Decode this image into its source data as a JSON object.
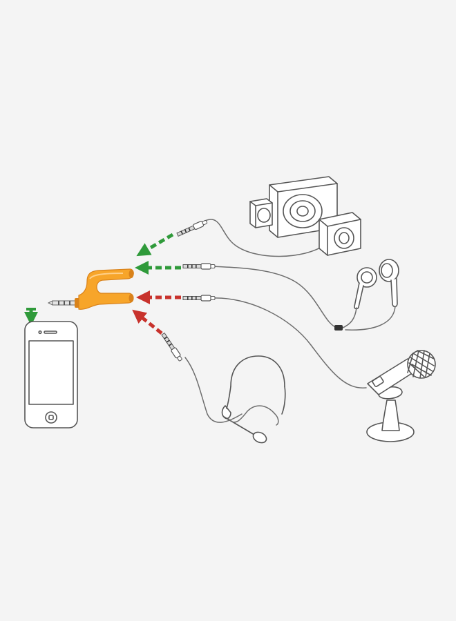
{
  "colors": {
    "background": "#f4f4f4",
    "adapter": "#f7a52a",
    "adapter_shade": "#d9821a",
    "arrow_green": "#2f9a3a",
    "arrow_red": "#c8322c",
    "line": "#555555"
  },
  "components": [
    {
      "name": "smartphone",
      "icon": "phone-icon"
    },
    {
      "name": "y-splitter-adapter",
      "icon": "audio-splitter-icon"
    },
    {
      "name": "speakers",
      "icon": "speaker-set-icon"
    },
    {
      "name": "earphones",
      "icon": "earphones-icon"
    },
    {
      "name": "microphone",
      "icon": "desk-microphone-icon"
    },
    {
      "name": "headset-microphone",
      "icon": "headset-icon"
    }
  ],
  "connections": [
    {
      "from": "speakers",
      "to": "y-splitter-adapter",
      "arrow_color": "green"
    },
    {
      "from": "earphones",
      "to": "y-splitter-adapter",
      "arrow_color": "green"
    },
    {
      "from": "microphone",
      "to": "y-splitter-adapter",
      "arrow_color": "red"
    },
    {
      "from": "headset-microphone",
      "to": "y-splitter-adapter",
      "arrow_color": "red"
    },
    {
      "from": "y-splitter-adapter",
      "to": "smartphone",
      "arrow_color": "green"
    }
  ]
}
